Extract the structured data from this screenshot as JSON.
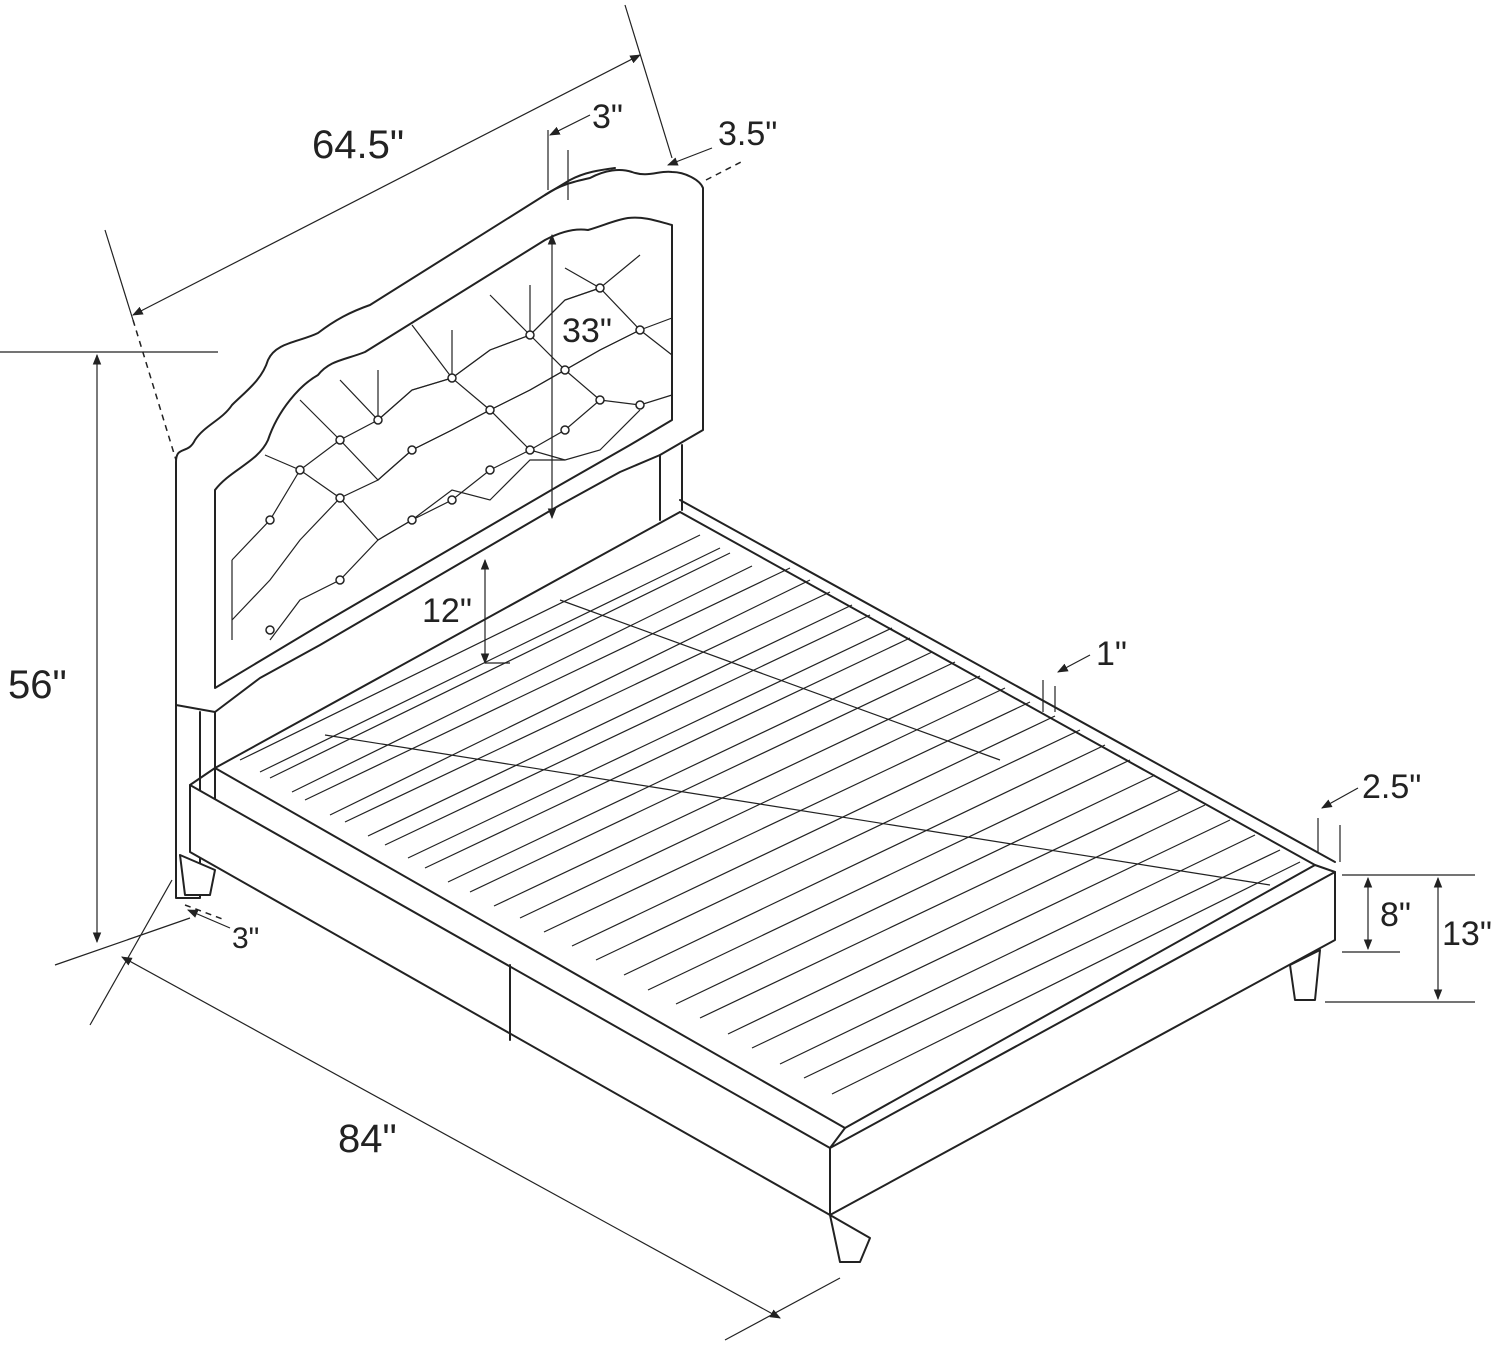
{
  "diagram": {
    "subject": "upholstered platform bed",
    "dimensions": {
      "headboard_width": "64.5\"",
      "headboard_depth_top": "3\"",
      "headboard_thickness": "3.5\"",
      "headboard_panel_height": "33\"",
      "total_height": "56\"",
      "clearance_under_headboard": "12\"",
      "side_rail_thickness": "1\"",
      "leg_depth": "3\"",
      "footboard_thickness": "2.5\"",
      "frame_height": "8\"",
      "floor_to_top_height": "13\"",
      "length": "84\""
    }
  }
}
